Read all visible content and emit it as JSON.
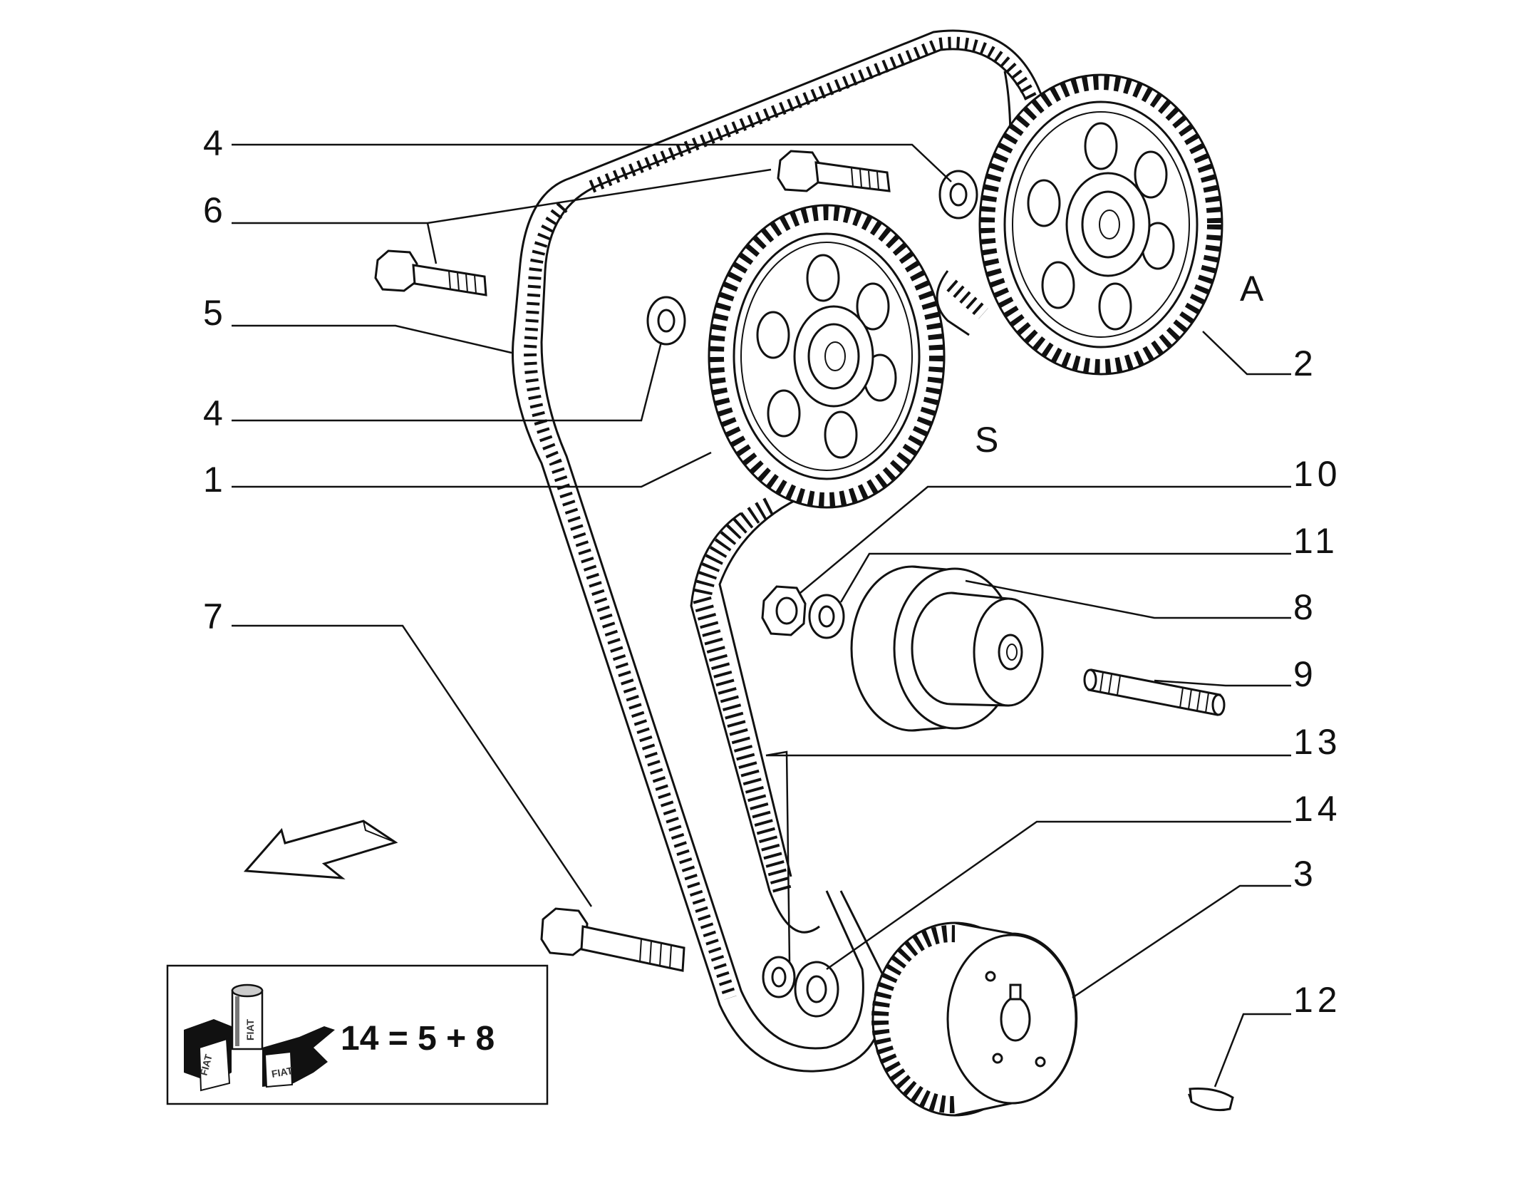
{
  "callouts": {
    "c4a": "4",
    "c6": "6",
    "c5": "5",
    "c4b": "4",
    "c1": "1",
    "c7": "7",
    "c2": "2",
    "cA": "A",
    "cS": "S",
    "c10": "10",
    "c11": "11",
    "c8": "8",
    "c9": "9",
    "c13": "13",
    "c14": "14",
    "c3": "3",
    "c12": "12"
  },
  "kit_box": {
    "formula": "14 = 5 + 8",
    "brand_marks": [
      "FIAT",
      "FIAT",
      "FIAT"
    ]
  },
  "icons": {
    "direction": "front-arrow-icon"
  }
}
